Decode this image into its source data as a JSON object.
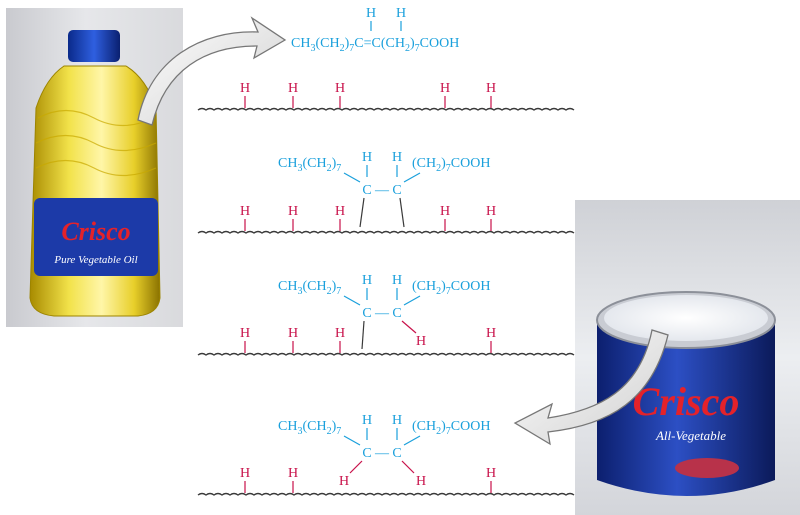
{
  "colors": {
    "chain_blue": "#1aa0dc",
    "hydrogen_red": "#c8124a",
    "surface": "#3a3a3a",
    "arrow_fill": "#e8e8e8"
  },
  "formulas": {
    "oil": {
      "h1": "H",
      "h2": "H",
      "pre": "CH",
      "sub3": "3",
      "mid1": "(CH",
      "sub2a": "2",
      "mid2": ")",
      "sub7a": "7",
      "c1": "C",
      "eq": "=",
      "c2": "C",
      "mid3": "(CH",
      "sub2b": "2",
      "mid4": ")",
      "sub7b": "7",
      "end": "COOH"
    },
    "left_group": {
      "pre": "CH",
      "sub3": "3",
      "mid1": "(CH",
      "sub2": "2",
      "mid2": ")",
      "sub7": "7"
    },
    "right_group": {
      "mid1": "(CH",
      "sub2": "2",
      "mid2": ")",
      "sub7": "7",
      "end": "COOH"
    },
    "carbon": "C",
    "dash": "—",
    "hydrogen": "H"
  },
  "products": {
    "oil_label_brand": "Crisco",
    "oil_label_sub": "Pure Vegetable Oil",
    "can_label_brand": "Crisco",
    "can_label_sub": "All-Vegetable"
  }
}
